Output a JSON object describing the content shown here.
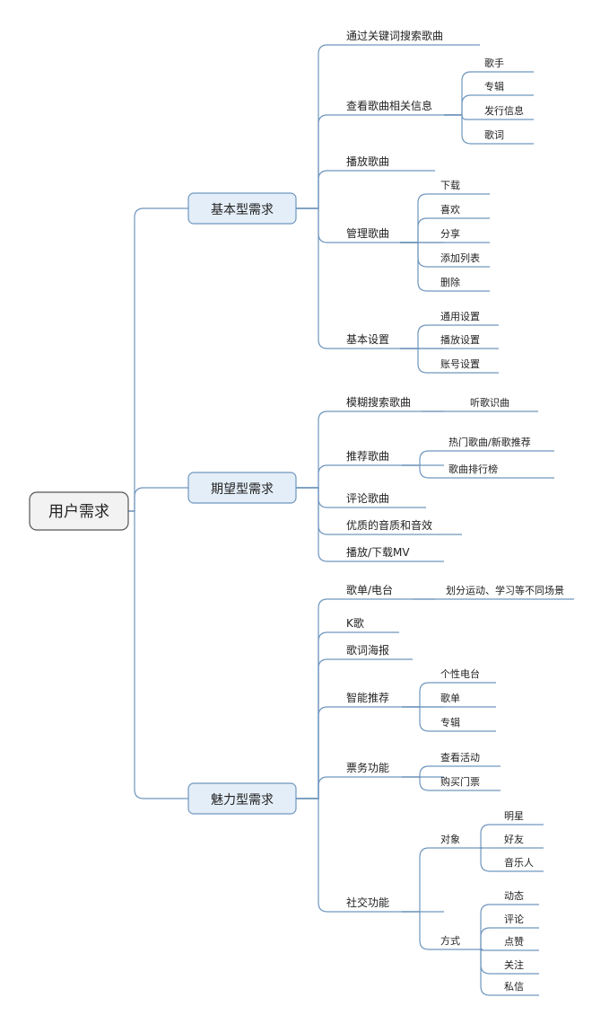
{
  "root": {
    "label": "用户需求",
    "children": [
      {
        "label": "基本型需求",
        "children": [
          {
            "label": "通过关键词搜索歌曲"
          },
          {
            "label": "查看歌曲相关信息",
            "children": [
              {
                "label": "歌手"
              },
              {
                "label": "专辑"
              },
              {
                "label": "发行信息"
              },
              {
                "label": "歌词"
              }
            ]
          },
          {
            "label": "播放歌曲"
          },
          {
            "label": "管理歌曲",
            "children": [
              {
                "label": "下载"
              },
              {
                "label": "喜欢"
              },
              {
                "label": "分享"
              },
              {
                "label": "添加列表"
              },
              {
                "label": "删除"
              }
            ]
          },
          {
            "label": "基本设置",
            "children": [
              {
                "label": "通用设置"
              },
              {
                "label": "播放设置"
              },
              {
                "label": "账号设置"
              }
            ]
          }
        ]
      },
      {
        "label": "期望型需求",
        "children": [
          {
            "label": "模糊搜索歌曲",
            "children": [
              {
                "label": "听歌识曲"
              }
            ]
          },
          {
            "label": "推荐歌曲",
            "children": [
              {
                "label": "热门歌曲/新歌推荐"
              },
              {
                "label": "歌曲排行榜"
              }
            ]
          },
          {
            "label": "评论歌曲"
          },
          {
            "label": "优质的音质和音效"
          },
          {
            "label": "播放/下载MV"
          }
        ]
      },
      {
        "label": "魅力型需求",
        "children": [
          {
            "label": "歌单/电台",
            "children": [
              {
                "label": "划分运动、学习等不同场景"
              }
            ]
          },
          {
            "label": "K歌"
          },
          {
            "label": "歌词海报"
          },
          {
            "label": "智能推荐",
            "children": [
              {
                "label": "个性电台"
              },
              {
                "label": "歌单"
              },
              {
                "label": "专辑"
              }
            ]
          },
          {
            "label": "票务功能",
            "children": [
              {
                "label": "查看活动"
              },
              {
                "label": "购买门票"
              }
            ]
          },
          {
            "label": "社交功能",
            "children": [
              {
                "label": "对象",
                "children": [
                  {
                    "label": "明星"
                  },
                  {
                    "label": "好友"
                  },
                  {
                    "label": "音乐人"
                  }
                ]
              },
              {
                "label": "方式",
                "children": [
                  {
                    "label": "动态"
                  },
                  {
                    "label": "评论"
                  },
                  {
                    "label": "点赞"
                  },
                  {
                    "label": "关注"
                  },
                  {
                    "label": "私信"
                  }
                ]
              }
            ]
          }
        ]
      }
    ]
  }
}
